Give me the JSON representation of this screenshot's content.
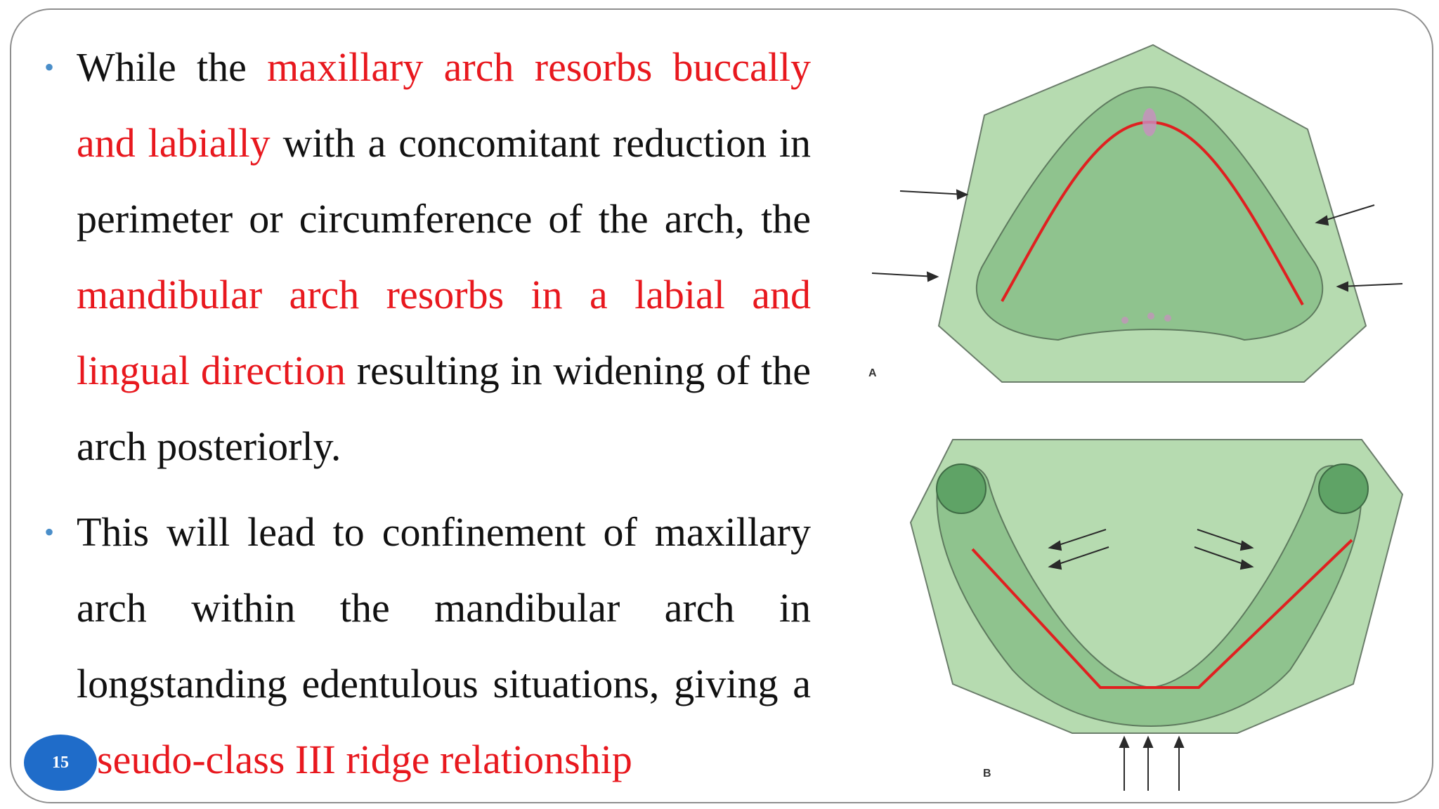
{
  "slide": {
    "bullets": [
      {
        "segments": [
          {
            "text": "While the ",
            "red": false
          },
          {
            "text": "maxillary arch resorbs buccally and labially",
            "red": true
          },
          {
            "text": " with a concomitant reduction in perimeter or circumference of the arch, the ",
            "red": false
          },
          {
            "text": "mandibular arch resorbs in a labial and lingual direction",
            "red": true
          },
          {
            "text": " resulting in widening of the arch posteriorly.",
            "red": false
          }
        ]
      },
      {
        "segments": [
          {
            "text": "This will lead to confinement of maxillary arch within the mandibular arch in longstanding edentulous situations, giving a ",
            "red": false
          },
          {
            "text": "pseudo-class III ridge relationship",
            "red": true
          }
        ]
      }
    ],
    "figure": {
      "label_a": "A",
      "label_b": "B"
    },
    "page_number": "15",
    "colors": {
      "accent_red": "#e8181e",
      "bullet_blue": "#4a8ec9",
      "page_badge": "#1f6cc9",
      "outer_green": "#b6dbb0",
      "inner_green": "#8fc38e",
      "knob_green": "#5fa366"
    }
  }
}
